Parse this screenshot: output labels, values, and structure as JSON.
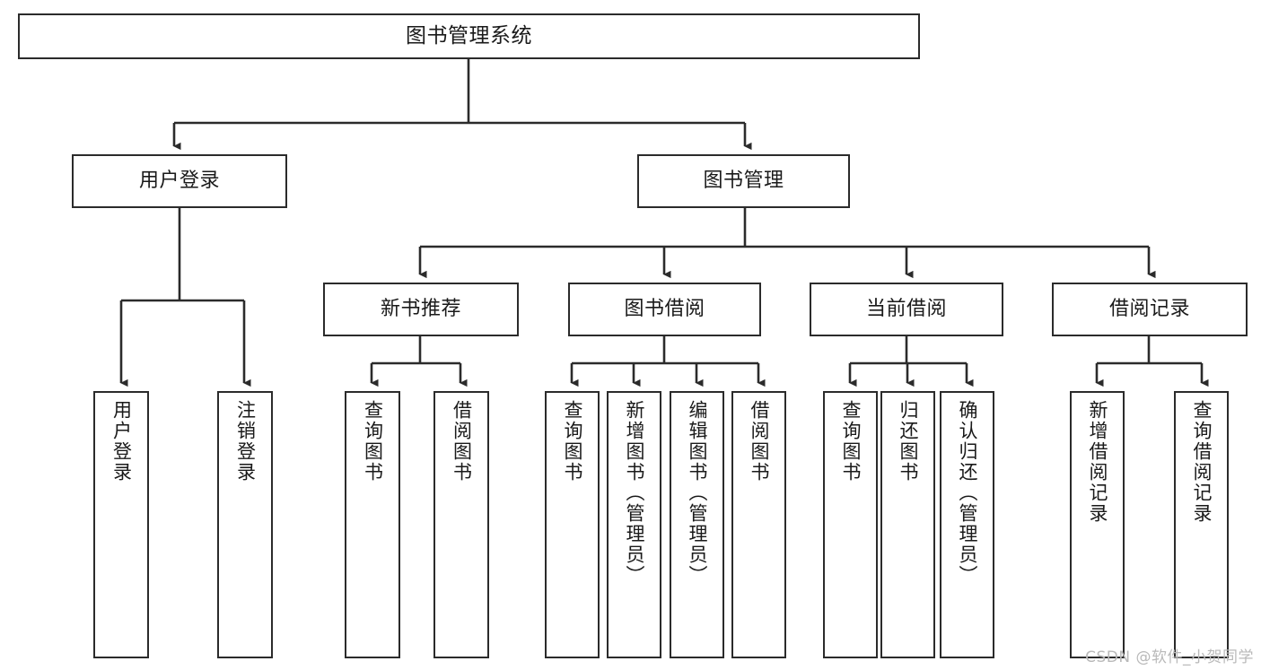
{
  "diagram": {
    "type": "tree",
    "title": "图书管理系统",
    "orientation": "top-down",
    "colors": {
      "box_border": "#2b2b2b",
      "box_fill": "#ffffff",
      "connector": "#2b2b2b",
      "text": "#1a1a1a",
      "watermark": "#b9b9b9"
    },
    "root": {
      "label": "图书管理系统"
    },
    "level2": [
      {
        "label": "用户登录"
      },
      {
        "label": "图书管理"
      }
    ],
    "level3": [
      {
        "label": "新书推荐"
      },
      {
        "label": "图书借阅"
      },
      {
        "label": "当前借阅"
      },
      {
        "label": "借阅记录"
      }
    ],
    "leaves": {
      "user_login": [
        {
          "label": "用户登录"
        },
        {
          "label": "注销登录"
        }
      ],
      "new_book": [
        {
          "label": "查询图书"
        },
        {
          "label": "借阅图书"
        }
      ],
      "book_borrow": [
        {
          "label": "查询图书"
        },
        {
          "label": "新增图书（管理员）"
        },
        {
          "label": "编辑图书（管理员）"
        },
        {
          "label": "借阅图书"
        }
      ],
      "current_borrow": [
        {
          "label": "查询图书"
        },
        {
          "label": "归还图书"
        },
        {
          "label": "确认归还（管理员）"
        }
      ],
      "borrow_record": [
        {
          "label": "新增借阅记录"
        },
        {
          "label": "查询借阅记录"
        }
      ]
    }
  },
  "watermark": {
    "text": "CSDN @软件_小贺同学"
  }
}
